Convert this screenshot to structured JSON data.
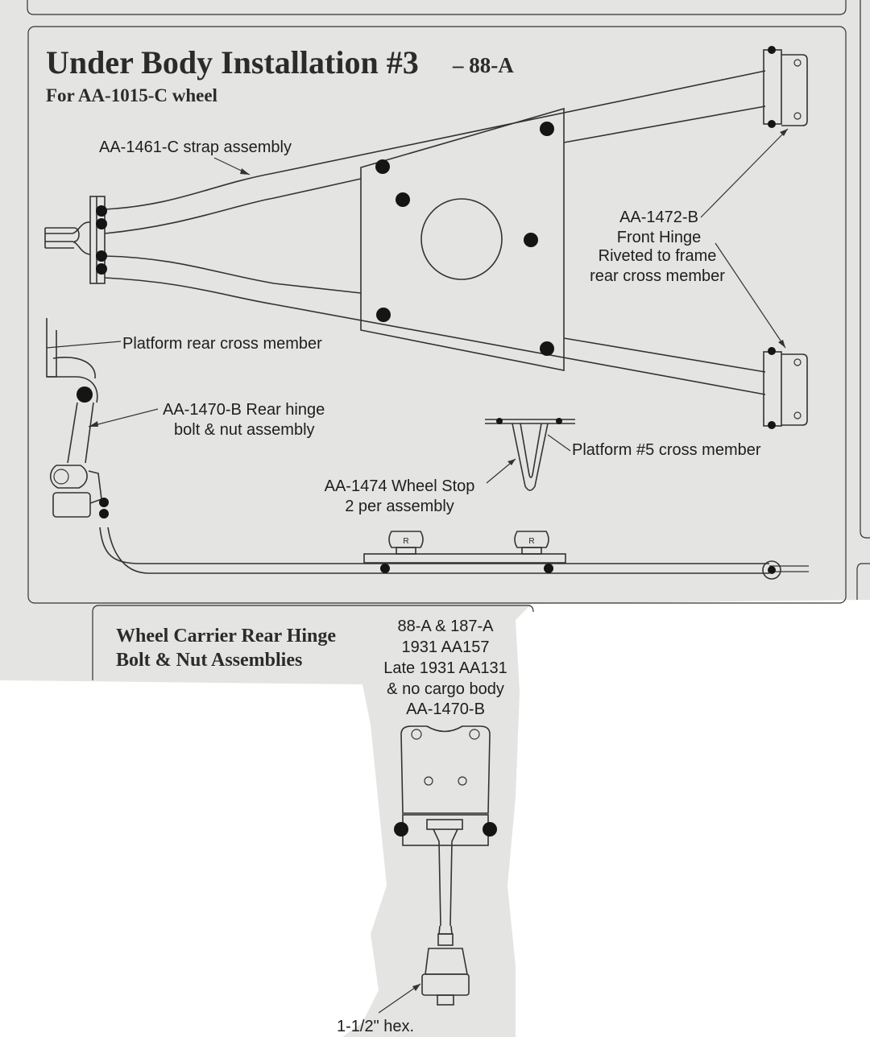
{
  "section_top": {
    "title": "Under Body Installation #3",
    "title_suffix": "– 88-A",
    "subtitle": "For AA-1015-C wheel",
    "labels": {
      "strap": "AA-1461-C strap assembly",
      "front_hinge_1": "AA-1472-B",
      "front_hinge_2": "Front Hinge",
      "front_hinge_3": "Riveted to frame",
      "front_hinge_4": "rear cross member",
      "platform_rear": "Platform rear cross member",
      "rear_hinge_1": "AA-1470-B Rear hinge",
      "rear_hinge_2": "bolt & nut assembly",
      "platform5": "Platform #5 cross member",
      "wheel_stop_1": "AA-1474 Wheel Stop",
      "wheel_stop_2": "2 per assembly",
      "stop_mark": "R"
    }
  },
  "section_bottom": {
    "title_1": "Wheel Carrier Rear Hinge",
    "title_2": "Bolt & Nut Assemblies",
    "applic_1": "88-A & 187-A",
    "applic_2": "1931 AA157",
    "applic_3": "Late 1931 AA131",
    "applic_4": "& no cargo body",
    "applic_5": "AA-1470-B",
    "hex_label": "1-1/2\" hex."
  },
  "colors": {
    "paper": "#e4e4e2",
    "ink": "#2b2b2b"
  }
}
